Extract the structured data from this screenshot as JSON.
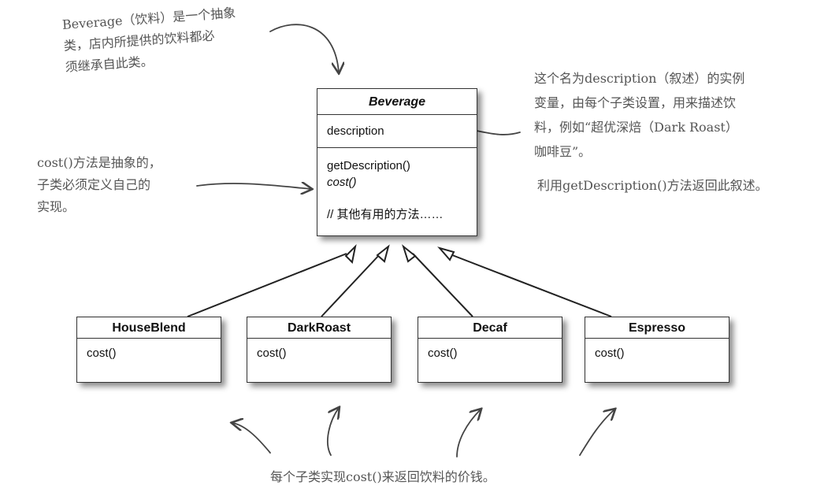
{
  "annotations": {
    "beverage_note": "Beverage（饮料）是一个抽象\n类，店内所提供的饮料都必\n须继承自此类。",
    "cost_note": "cost()方法是抽象的，\n子类必须定义自己的\n实现。",
    "description_note": "这个名为description（叙述）的实例\n变量，由每个子类设置，用来描述饮\n料，例如“超优深焙（Dark Roast）\n咖啡豆”。",
    "getdescription_note": "利用getDescription()方法返回此叙述。",
    "subclass_note": "每个子类实现cost()来返回饮料的价钱。"
  },
  "beverage": {
    "name": "Beverage",
    "attribute": "description",
    "method_1": "getDescription()",
    "method_2": "cost()",
    "comment": "// 其他有用的方法……"
  },
  "subclasses": [
    {
      "name": "HouseBlend",
      "method": "cost()"
    },
    {
      "name": "DarkRoast",
      "method": "cost()"
    },
    {
      "name": "Decaf",
      "method": "cost()"
    },
    {
      "name": "Espresso",
      "method": "cost()"
    }
  ],
  "colors": {
    "line": "#222222",
    "annotation_text": "#555555",
    "annotation_arrow": "#444444"
  }
}
